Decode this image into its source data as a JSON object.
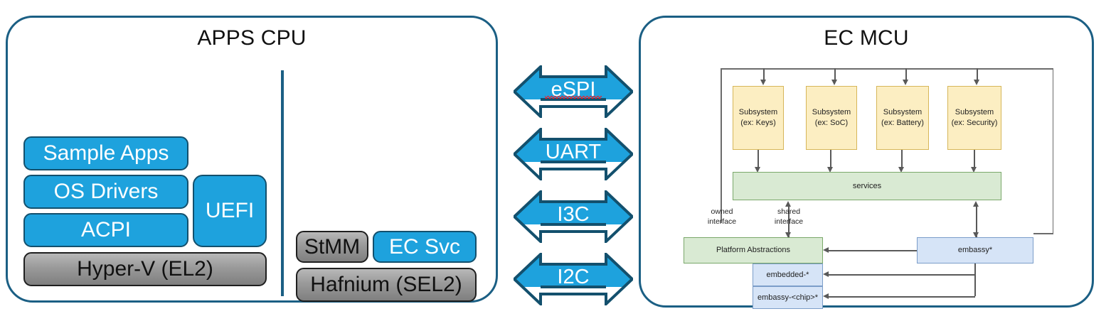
{
  "diagram": {
    "title": "APPS CPU / EC MCU architecture",
    "colors": {
      "panel_border": "#1b5f84",
      "block_blue": "#1ea2dd",
      "block_blue_border": "#13506d",
      "block_gray": "#9a9a9a",
      "arrow_fill": "#1ea2dd",
      "arrow_stroke": "#13506d",
      "subsystem_yellow": "#fceec2",
      "services_green": "#d9ead3",
      "embassy_blue": "#d6e4f7",
      "wire_gray": "#595959",
      "spellcheck_red": "#e8202a"
    }
  },
  "apps_cpu": {
    "title": "APPS CPU",
    "normal_world": {
      "stack": [
        {
          "label": "Sample Apps",
          "style": "blue"
        },
        {
          "label": "OS Drivers",
          "style": "blue"
        },
        {
          "label": "ACPI",
          "style": "blue"
        }
      ],
      "side": {
        "label": "UEFI",
        "style": "blue"
      },
      "base": {
        "label": "Hyper-V (EL2)",
        "style": "gray"
      }
    },
    "secure_world": {
      "row": [
        {
          "label": "StMM",
          "style": "gray"
        },
        {
          "label": "EC Svc",
          "style": "blue"
        }
      ],
      "base": {
        "label": "Hafnium (SEL2)",
        "style": "gray"
      }
    }
  },
  "interconnects": [
    {
      "label": "eSPI",
      "spellcheck_underline": true
    },
    {
      "label": "UART",
      "spellcheck_underline": false
    },
    {
      "label": "I3C",
      "spellcheck_underline": false
    },
    {
      "label": "I2C",
      "spellcheck_underline": false
    }
  ],
  "ec_mcu": {
    "title": "EC MCU",
    "subsystems": [
      {
        "line1": "Subsystem",
        "line2": "(ex: Keys)"
      },
      {
        "line1": "Subsystem",
        "line2": "(ex: SoC)"
      },
      {
        "line1": "Subsystem",
        "line2": "(ex: Battery)"
      },
      {
        "line1": "Subsystem",
        "line2": "(ex: Security)"
      }
    ],
    "services": {
      "label": "services"
    },
    "platform_abstractions": {
      "label": "Platform Abstractions"
    },
    "embassy": {
      "label": "embassy*"
    },
    "embedded": {
      "label": "embedded-*"
    },
    "embassy_chip": {
      "label": "embassy-<chip>*"
    },
    "interface_labels": [
      {
        "line1": "owned",
        "line2": "interface"
      },
      {
        "line1": "shared",
        "line2": "interface"
      }
    ]
  }
}
